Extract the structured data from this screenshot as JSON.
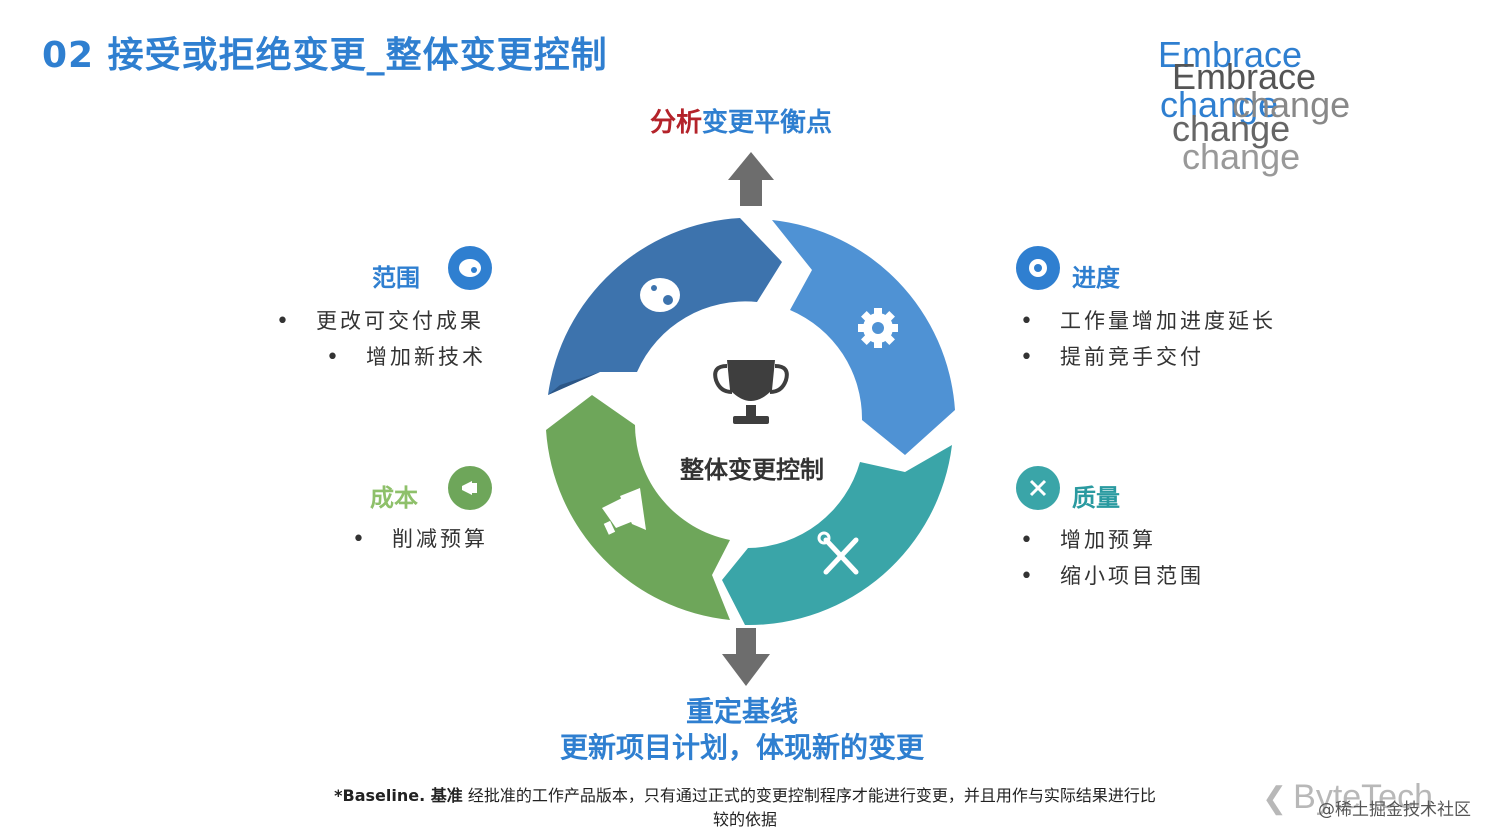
{
  "title": "02 接受或拒绝变更_整体变更控制",
  "embrace": {
    "word1": "Embrace",
    "word2": "change"
  },
  "top_label": {
    "part_red": "分析",
    "part_blue": "变更平衡点"
  },
  "center_label": "整体变更控制",
  "categories": {
    "scope": {
      "label": "范围",
      "items": [
        "更改可交付成果",
        "增加新技术"
      ]
    },
    "schedule": {
      "label": "进度",
      "items": [
        "工作量增加进度延长",
        "提前竞手交付"
      ]
    },
    "cost": {
      "label": "成本",
      "items": [
        "削减预算"
      ]
    },
    "quality": {
      "label": "质量",
      "items": [
        "增加预算",
        "缩小项目范围"
      ]
    }
  },
  "bottom_label": {
    "line1": "重定基线",
    "line2": "更新项目计划，体现新的变更"
  },
  "footnote": {
    "bold": "*Baseline. 基准",
    "text": "经批准的工作产品版本，只有通过正式的变更控制程序才能进行变更，并且用作与实际结果进行比较的依据"
  },
  "brand": "ByteTech",
  "credit": "@稀土掘金技术社区",
  "colors": {
    "blue_dark": "#3d73ad",
    "blue_light": "#4f92d4",
    "teal": "#3aa5a8",
    "green": "#6ea65a",
    "title_blue": "#2f7fd0",
    "red": "#b4232a",
    "arrow_gray": "#6d6d6d"
  }
}
